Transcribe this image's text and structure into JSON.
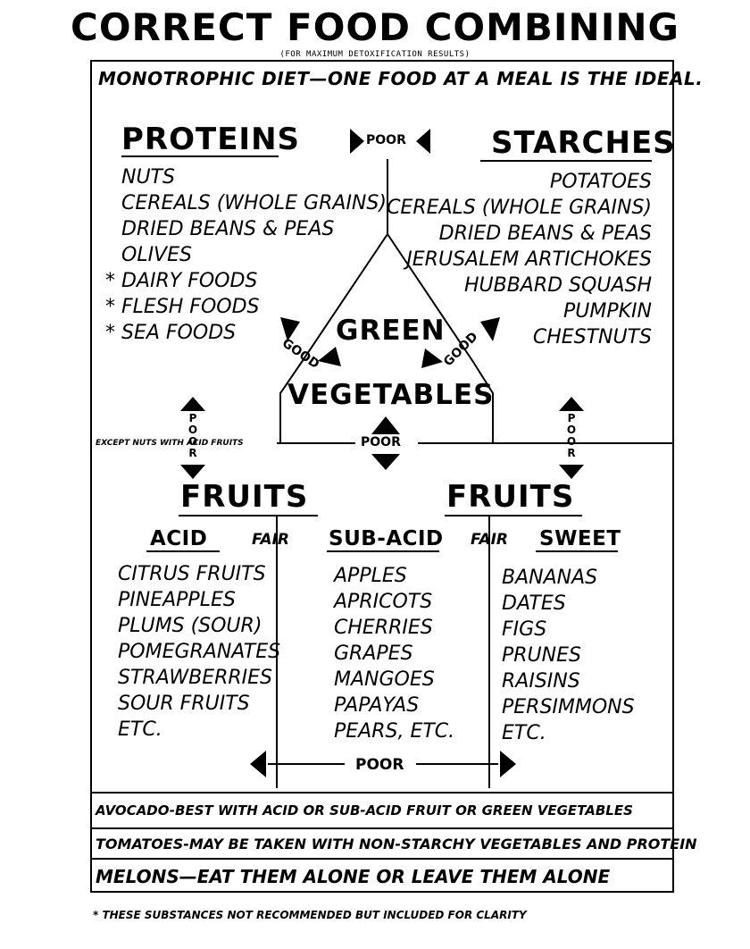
{
  "title": "CORRECT FOOD COMBINING",
  "subtitle": "(FOR MAXIMUM DETOXIFICATION RESULTS)",
  "intro": "MONOTROPHIC DIET—ONE FOOD AT A MEAL IS THE IDEAL.",
  "proteins": {
    "heading": "PROTEINS",
    "items": [
      "NUTS",
      "CEREALS (WHOLE GRAINS)",
      "DRIED BEANS & PEAS",
      "OLIVES",
      "* DAIRY FOODS",
      "* FLESH FOODS",
      "* SEA FOODS"
    ]
  },
  "starches": {
    "heading": "STARCHES",
    "items": [
      "POTATOES",
      "CEREALS (WHOLE GRAINS)",
      "DRIED BEANS & PEAS",
      "JERUSALEM ARTICHOKES",
      "HUBBARD SQUASH",
      "PUMPKIN",
      "CHESTNUTS"
    ]
  },
  "green_vegetables": {
    "line1": "GREEN",
    "line2": "VEGETABLES"
  },
  "labels": {
    "poor": "POOR",
    "good": "GOOD",
    "fair": "FAIR",
    "except_note": "EXCEPT NUTS WITH ACID FRUITS"
  },
  "fruits_left": "FRUITS",
  "fruits_right": "FRUITS",
  "acid": {
    "heading": "ACID",
    "items": [
      "CITRUS FRUITS",
      "PINEAPPLES",
      "PLUMS (SOUR)",
      "POMEGRANATES",
      "STRAWBERRIES",
      "SOUR FRUITS",
      "ETC."
    ]
  },
  "sub_acid": {
    "heading": "SUB-ACID",
    "items": [
      "APPLES",
      "APRICOTS",
      "CHERRIES",
      "GRAPES",
      "MANGOES",
      "PAPAYAS",
      "PEARS, ETC."
    ]
  },
  "sweet": {
    "heading": "SWEET",
    "items": [
      "BANANAS",
      "DATES",
      "FIGS",
      "PRUNES",
      "RAISINS",
      "PERSIMMONS",
      "ETC."
    ]
  },
  "notes": {
    "avocado": "AVOCADO-BEST WITH ACID OR SUB-ACID FRUIT OR GREEN VEGETABLES",
    "tomatoes": "TOMATOES-MAY BE TAKEN WITH NON-STARCHY VEGETABLES AND PROTEIN",
    "melons": "MELONS—EAT THEM ALONE OR LEAVE THEM ALONE"
  },
  "footnote": "* THESE SUBSTANCES NOT RECOMMENDED BUT INCLUDED FOR CLARITY"
}
